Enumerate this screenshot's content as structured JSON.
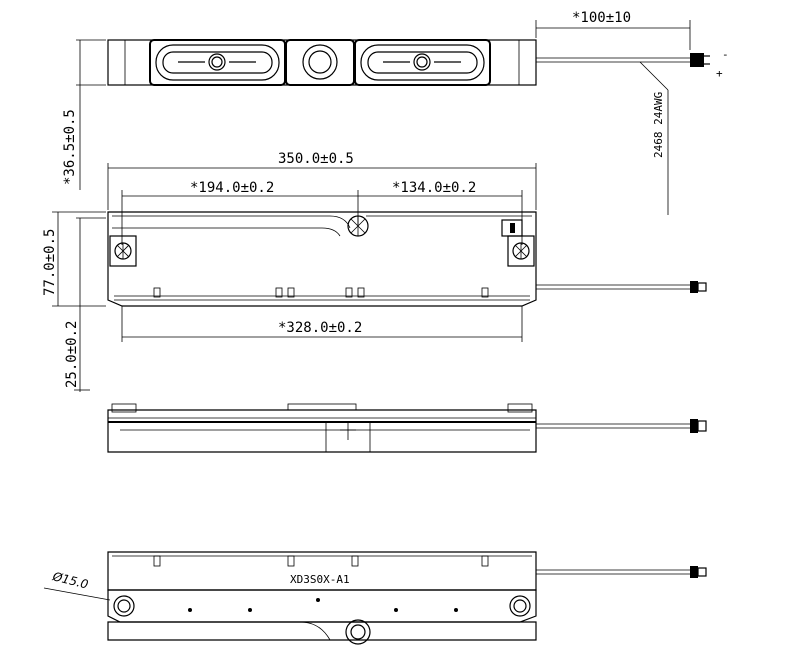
{
  "dimensions": {
    "wire_length": "*100±10",
    "height_total": "*36.5±0.5",
    "overall_length": "350.0±0.5",
    "hole_left_to_center": "*194.0±0.2",
    "hole_center_to_right": "*134.0±0.2",
    "hole_span": "*328.0±0.2",
    "body_width": "77.0±0.5",
    "depth": "25.0±0.2",
    "hole_diameter": "Ø15.0"
  },
  "labels": {
    "wire_spec": "2468 24AWG",
    "model_number": "XD3S0X-A1",
    "pin_minus": "-",
    "pin_plus": "+"
  }
}
